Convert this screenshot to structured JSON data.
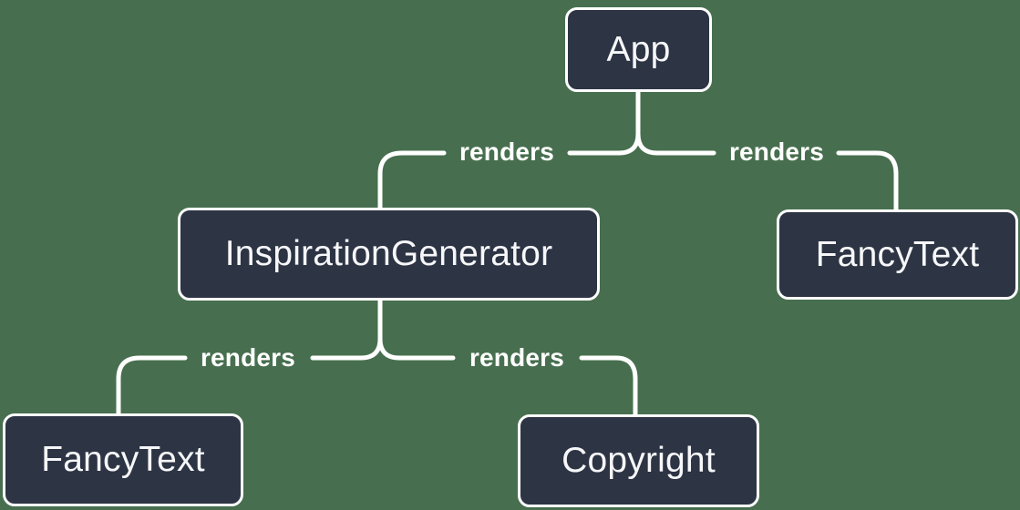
{
  "diagram": {
    "type": "component-render-tree",
    "colors": {
      "background": "#476F4F",
      "node_fill": "#2D3444",
      "node_border": "#FFFFFF",
      "node_text": "#F6F7F9",
      "edge_stroke": "#FFFFFF",
      "edge_label_text": "#FFFFFF"
    },
    "nodes": [
      {
        "id": "app",
        "label": "App"
      },
      {
        "id": "inspiration-generator",
        "label": "InspirationGenerator"
      },
      {
        "id": "fancy-text-right",
        "label": "FancyText"
      },
      {
        "id": "fancy-text-left",
        "label": "FancyText"
      },
      {
        "id": "copyright",
        "label": "Copyright"
      }
    ],
    "edges": [
      {
        "from": "App",
        "to": "InspirationGenerator",
        "label": "renders"
      },
      {
        "from": "App",
        "to": "FancyText",
        "label": "renders"
      },
      {
        "from": "InspirationGenerator",
        "to": "FancyText",
        "label": "renders"
      },
      {
        "from": "InspirationGenerator",
        "to": "Copyright",
        "label": "renders"
      }
    ]
  }
}
